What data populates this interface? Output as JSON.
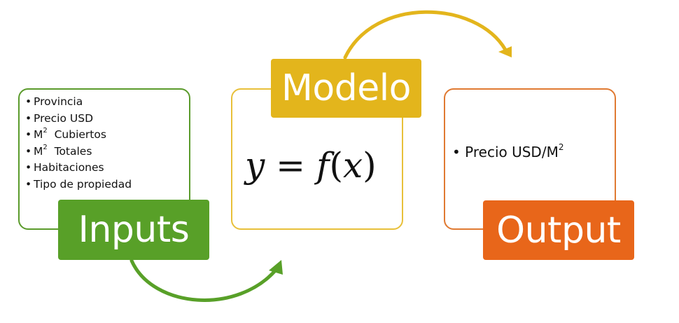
{
  "inputs": {
    "label": "Inputs",
    "items": [
      {
        "text": "Provincia",
        "sup": ""
      },
      {
        "text": "Precio USD",
        "sup": ""
      },
      {
        "text": "M",
        "sup": "2",
        "rest": "  Cubiertos"
      },
      {
        "text": "M",
        "sup": "2",
        "rest": "  Totales"
      },
      {
        "text": "Habitaciones",
        "sup": ""
      },
      {
        "text": "Tipo de propiedad",
        "sup": ""
      }
    ]
  },
  "model": {
    "label": "Modelo",
    "formula": {
      "y": "y",
      "eq": " = ",
      "f": "f",
      "open": "(",
      "x": "x",
      "close": ")"
    }
  },
  "output": {
    "label": "Output",
    "bullet": "•",
    "item_text": "Precio USD/M",
    "item_sup": "2"
  },
  "colors": {
    "green": "#58a028",
    "yellow": "#e3b51c",
    "orange": "#e8661a"
  }
}
